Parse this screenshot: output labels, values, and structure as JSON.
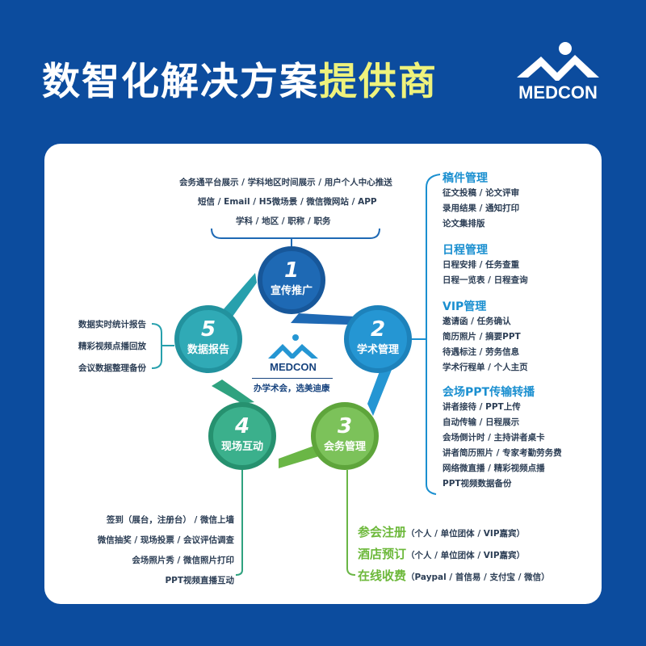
{
  "header": {
    "title_main": "数智化解决方案",
    "title_highlight": "提供商",
    "logo_text": "MEDCON"
  },
  "promo": {
    "lines": [
      "会务通平台展示 / 学科地区时间展示 / 用户个人中心推送",
      "短信 / Email / H5微场景 / 微信微网站 / APP",
      "学科 / 地区 / 职称 / 职务"
    ]
  },
  "steps": [
    {
      "num": "1",
      "label": "宣传推广",
      "color": "#1e69b4"
    },
    {
      "num": "2",
      "label": "学术管理",
      "color": "#2596d3"
    },
    {
      "num": "3",
      "label": "会务管理",
      "color": "#6ab646"
    },
    {
      "num": "4",
      "label": "现场互动",
      "color": "#2fa27f"
    },
    {
      "num": "5",
      "label": "数据报告",
      "color": "#27a0ad"
    }
  ],
  "center": {
    "logo_text": "MEDCON",
    "slogan": "办学术会，选美迪康"
  },
  "academic": [
    {
      "title": "稿件管理",
      "items": [
        "征文投稿 / 论文评审",
        "录用结果 / 通知打印",
        "论文集排版"
      ]
    },
    {
      "title": "日程管理",
      "items": [
        "日程安排 / 任务查重",
        "日程一览表 / 日程查询"
      ]
    },
    {
      "title": "VIP管理",
      "items": [
        "邀请函 / 任务确认",
        "简历照片 / 摘要PPT",
        "待遇标注 / 劳务信息",
        "学术行程单 / 个人主页"
      ]
    },
    {
      "title": "会场PPT传输转播",
      "items": [
        "讲者接待 / PPT上传",
        "自动传输 / 日程展示",
        "会场倒计时 /  主持讲者桌卡",
        "讲者简历照片 / 专家考勤劳务费",
        "网络微直播 / 精彩视频点播",
        "PPT视频数据备份"
      ]
    }
  ],
  "report": [
    "数据实时统计报告",
    "精彩视频点播回放",
    "会议数据整理备份"
  ],
  "interaction": [
    "签到（展台，注册台） / 微信上墙",
    "微信抽奖 / 现场投票 / 会议评估调查",
    "会场照片秀 / 微信照片打印",
    "PPT视频直播互动"
  ],
  "affairs": [
    {
      "title": "参会注册",
      "detail": "（个人 / 单位团体 / VIP嘉宾）"
    },
    {
      "title": "酒店预订",
      "detail": "（个人 / 单位团体 / VIP嘉宾）"
    },
    {
      "title": "在线收费",
      "detail": "（Paypal / 首信易 / 支付宝 / 微信）"
    }
  ]
}
